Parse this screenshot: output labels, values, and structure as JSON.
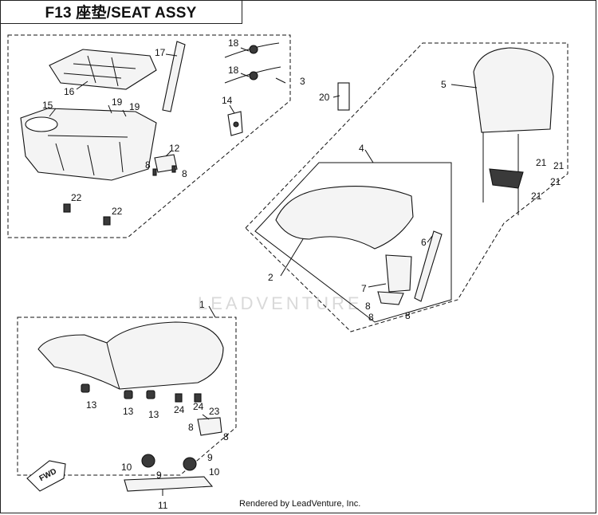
{
  "title": "F13 座垫/SEAT ASSY",
  "footer": "Rendered by LeadVenture, Inc.",
  "watermark": "LEADVENTURE",
  "fwd_label": "FWD",
  "callouts": {
    "c1": "1",
    "c2": "2",
    "c3": "3",
    "c4": "4",
    "c5": "5",
    "c6": "6",
    "c7": "7",
    "c9": "9",
    "c11": "11",
    "c12": "12",
    "c14": "14",
    "c15": "15",
    "c16": "16",
    "c17": "17",
    "c20": "20",
    "c23": "23",
    "c8": "8",
    "c10": "10",
    "c13": "13",
    "c18": "18",
    "c19": "19",
    "c21": "21",
    "c22": "22",
    "c24": "24"
  }
}
